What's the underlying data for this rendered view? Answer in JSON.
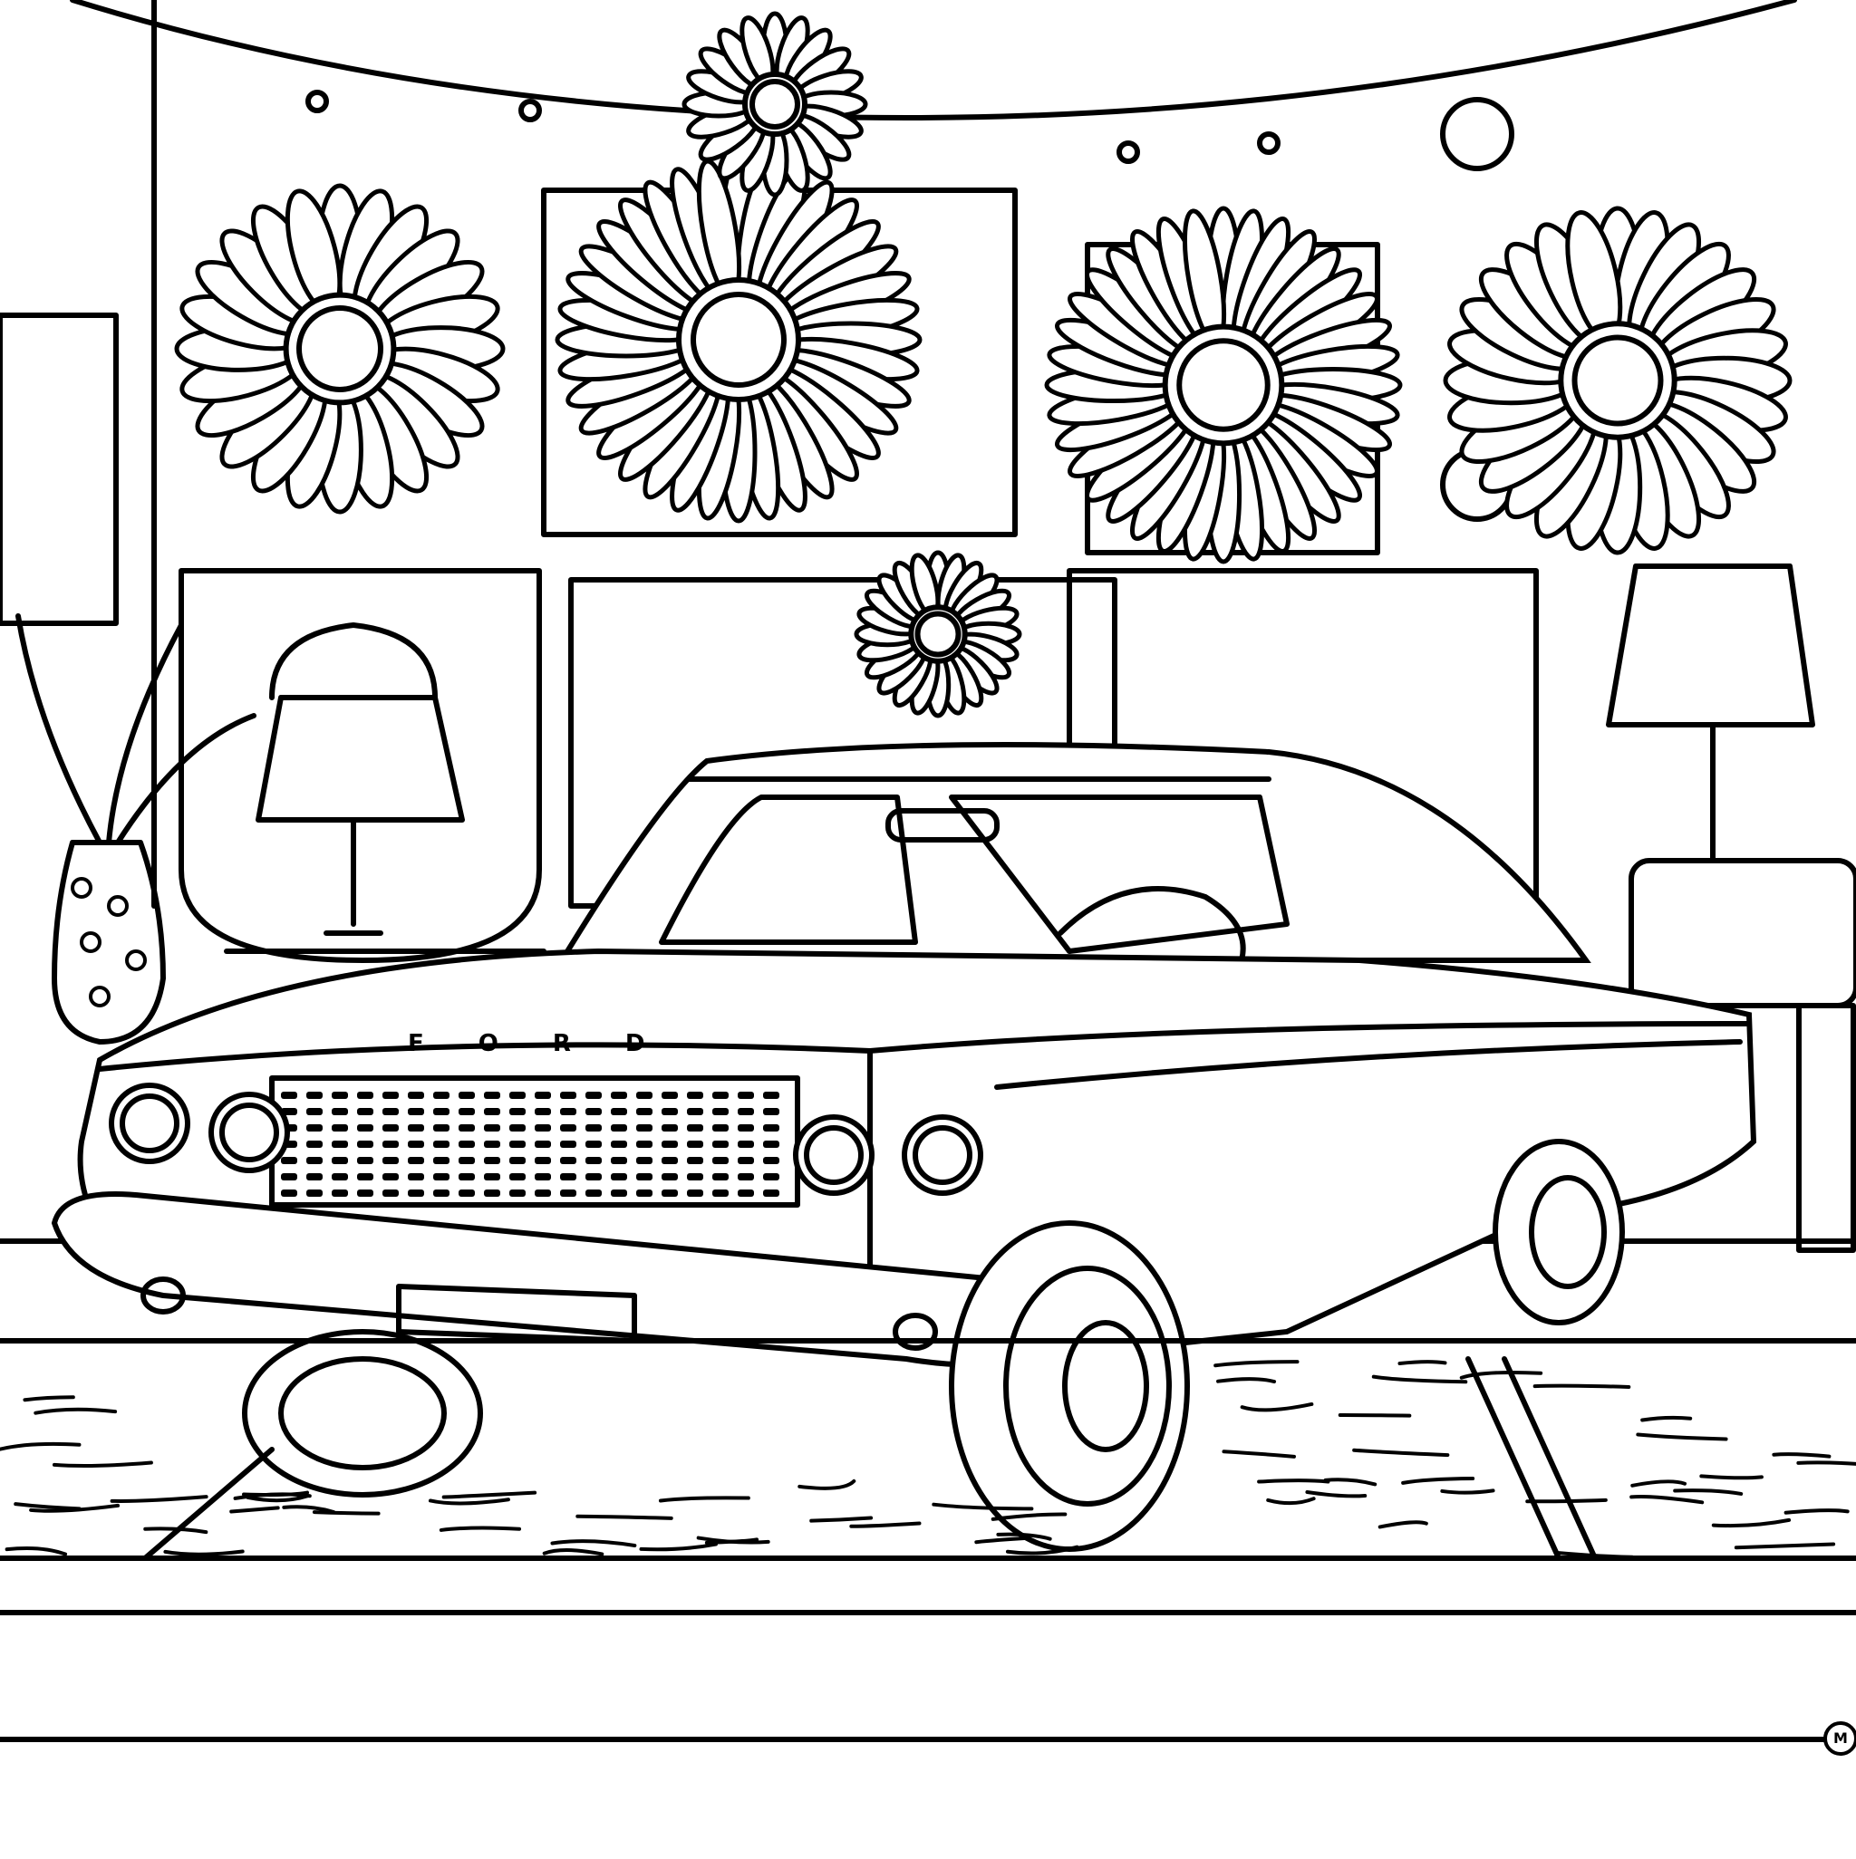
{
  "scene": {
    "type": "coloring-page line art",
    "subject": "vintage 1960s sedan parked in retro room",
    "colors": {
      "line": "#000000",
      "background": "#ffffff"
    }
  },
  "car": {
    "hood_letters": "FORD",
    "headlights": 4,
    "wheels_visible": 3
  },
  "wall": {
    "daisy_flowers": 6,
    "picture_frames": 6,
    "string_lights": true
  },
  "furniture": [
    "table lamp left",
    "table lamp right",
    "polka-dot vase with plant",
    "potted plant left",
    "side cabinet right"
  ],
  "floor": {
    "pattern": "marbled tiles",
    "rug": true
  },
  "corner_mark": "M"
}
